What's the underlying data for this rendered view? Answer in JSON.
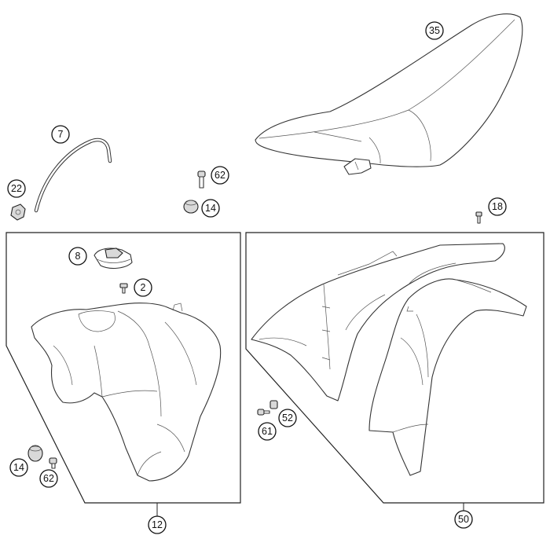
{
  "callouts": {
    "seat": "35",
    "hose": "7",
    "hose_fitting": "22",
    "screw_top": "62",
    "bushing_top": "14",
    "screw_right": "18",
    "cap": "8",
    "cap_screw": "2",
    "bushing_bottom": "14",
    "screw_bottom": "62",
    "tank_group": "12",
    "collar_bushing": "52",
    "collar_screw": "61",
    "spoiler_group": "50"
  },
  "colors": {
    "line": "#333333",
    "background": "#ffffff"
  }
}
